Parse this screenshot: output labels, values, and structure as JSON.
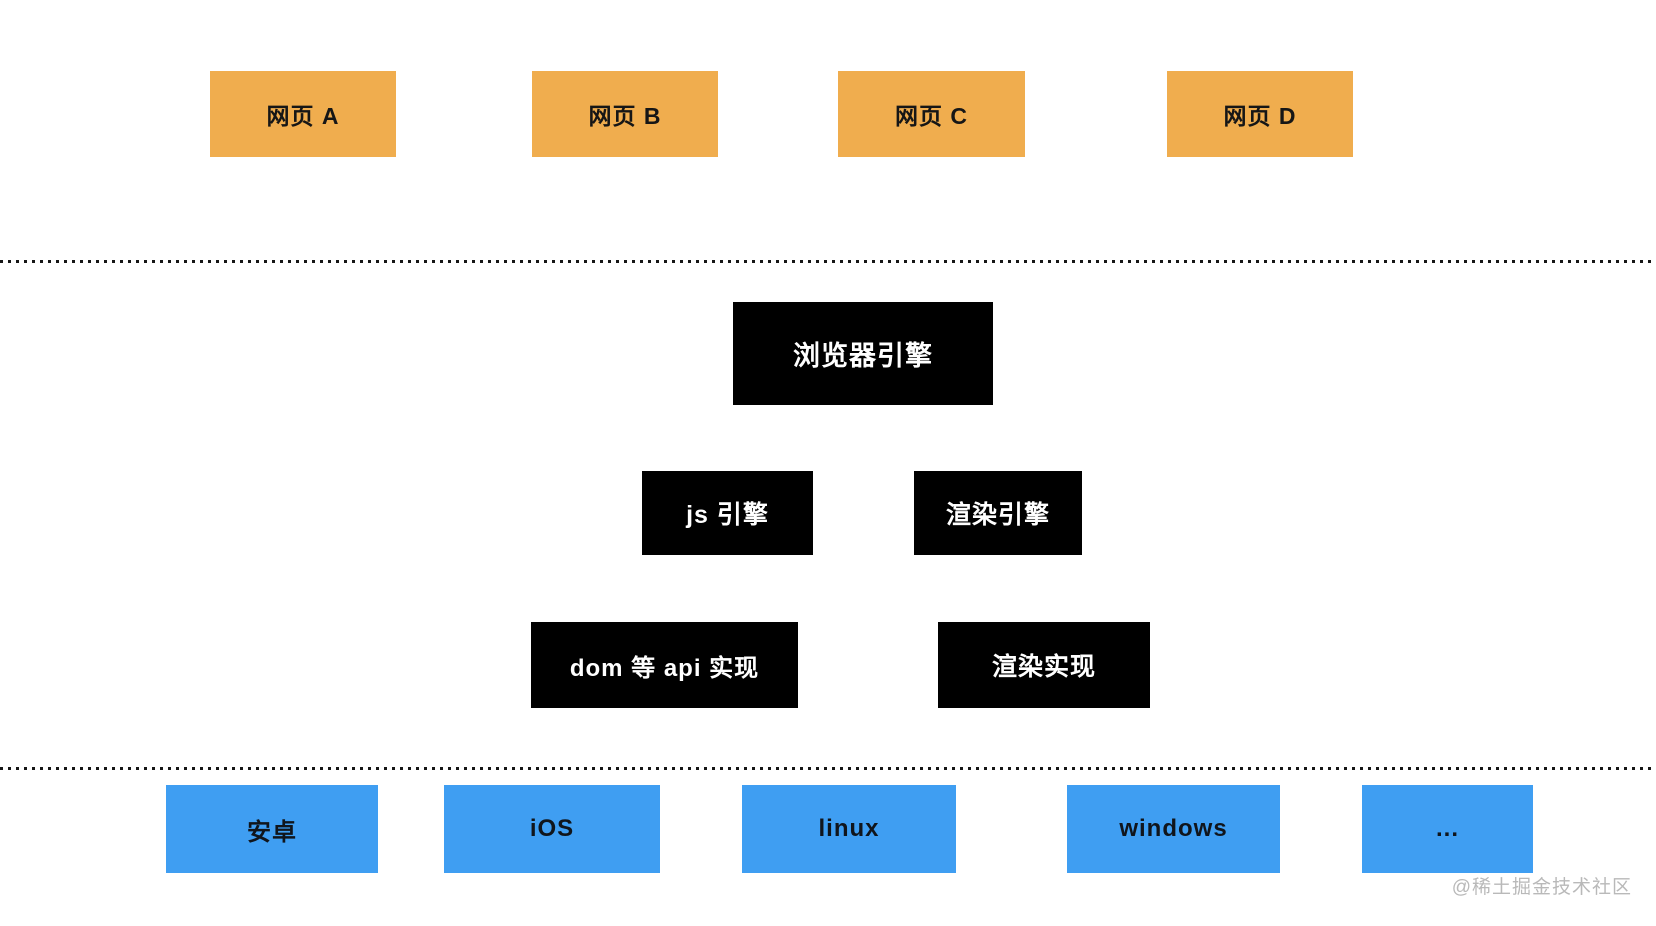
{
  "webpages": [
    "网页 A",
    "网页 B",
    "网页 C",
    "网页 D"
  ],
  "engine_layer": {
    "browser_engine": "浏览器引擎",
    "js_engine": "js 引擎",
    "render_engine": "渲染引擎",
    "dom_api_impl": "dom 等 api 实现",
    "render_impl": "渲染实现"
  },
  "platforms": [
    "安卓",
    "iOS",
    "linux",
    "windows",
    "..."
  ],
  "watermark": "@稀土掘金技术社区",
  "colors": {
    "webpage_box": "#F0AD4E",
    "engine_box": "#000000",
    "engine_text": "#FFFFFF",
    "platform_box": "#3F9EF2",
    "watermark_text": "#B9B9B9"
  }
}
